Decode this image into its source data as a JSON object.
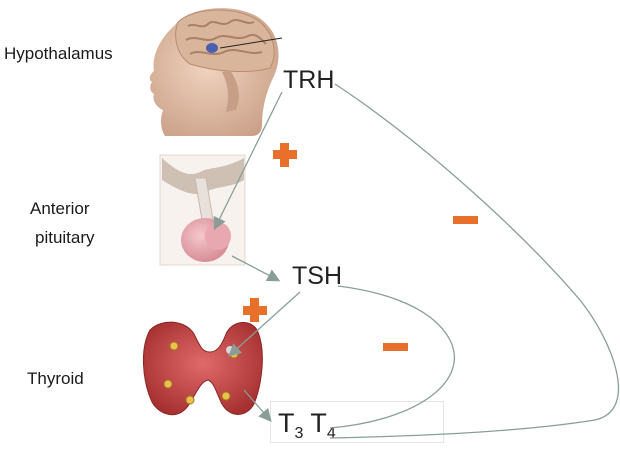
{
  "regions": {
    "hypothalamus": "Hypothalamus",
    "anterior_pituitary_line1": "Anterior",
    "anterior_pituitary_line2": "pituitary",
    "thyroid": "Thyroid"
  },
  "hormones": {
    "trh": "TRH",
    "tsh": "TSH",
    "t3_main": "T",
    "t3_sub": "3",
    "t4_main": "T",
    "t4_sub": "4"
  },
  "colors": {
    "stimulation": "#e8702a",
    "inhibition": "#e8702a",
    "arrow": "#8a9e98"
  }
}
